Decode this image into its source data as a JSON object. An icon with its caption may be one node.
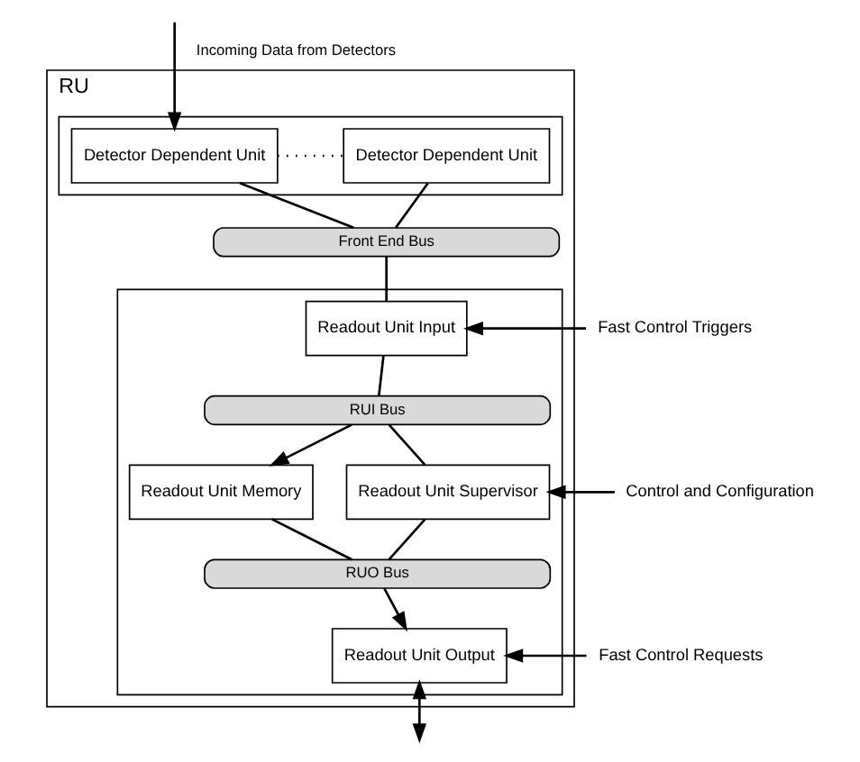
{
  "diagram": {
    "nodes": [
      {
        "text": [
          "RU"
        ]
      },
      {
        "text": [],
        "shape": "box",
        "in": 0
      },
      {
        "text": [
          "Detector Dependent Unit"
        ],
        "in": 1
      },
      {
        "text": [
          "Detector Dependent Unit"
        ],
        "in": 1
      },
      {
        "text": [
          "Front End Bus"
        ],
        "in": 0
      },
      {
        "text": [],
        "shape": "box",
        "in": 0
      },
      {
        "text": [
          "Readout Unit Input"
        ],
        "in": 5
      },
      {
        "text": [
          "RUI Bus"
        ],
        "in": 5
      },
      {
        "text": [
          "Readout Unit Memory"
        ],
        "in": 5
      },
      {
        "text": [
          "Readout Unit Supervisor"
        ],
        "in": 5
      },
      {
        "text": [
          "RUO Bus"
        ],
        "in": 5
      },
      {
        "text": [
          "Readout Unit Output"
        ],
        "in": 5
      },
      {
        "text": [
          "Fast Control Triggers"
        ]
      },
      {
        "text": [
          "Fast Control Requests"
        ]
      },
      {
        "text": [
          "Control and Configuration"
        ]
      }
    ],
    "edges": [
      {
        "from": null,
        "to": 2,
        "arrow": "to",
        "label": "Incoming Data from Detectors"
      },
      {
        "from": 2,
        "to": 3,
        "arrow": "none",
        "style": "dashed"
      },
      {
        "from": 2,
        "to": 4,
        "arrow": "none"
      },
      {
        "from": 3,
        "to": 4,
        "arrow": "none"
      },
      {
        "from": 4,
        "to": 6,
        "arrow": "none"
      },
      {
        "from": 6,
        "to": 7,
        "arrow": "none"
      },
      {
        "from": 7,
        "to": 8,
        "arrow": "to"
      },
      {
        "from": 7,
        "to": 9,
        "arrow": "none"
      },
      {
        "from": 8,
        "to": 10,
        "arrow": "none"
      },
      {
        "from": 9,
        "to": 10,
        "arrow": "none"
      },
      {
        "from": 10,
        "to": 11,
        "arrow": "to"
      },
      {
        "from": 12,
        "to": 6,
        "arrow": "to"
      },
      {
        "from": 13,
        "to": 11,
        "arrow": "to"
      },
      {
        "from": 14,
        "to": 9,
        "arrow": "to"
      },
      {
        "from": 11,
        "to": null,
        "arrow": "both"
      }
    ]
  }
}
